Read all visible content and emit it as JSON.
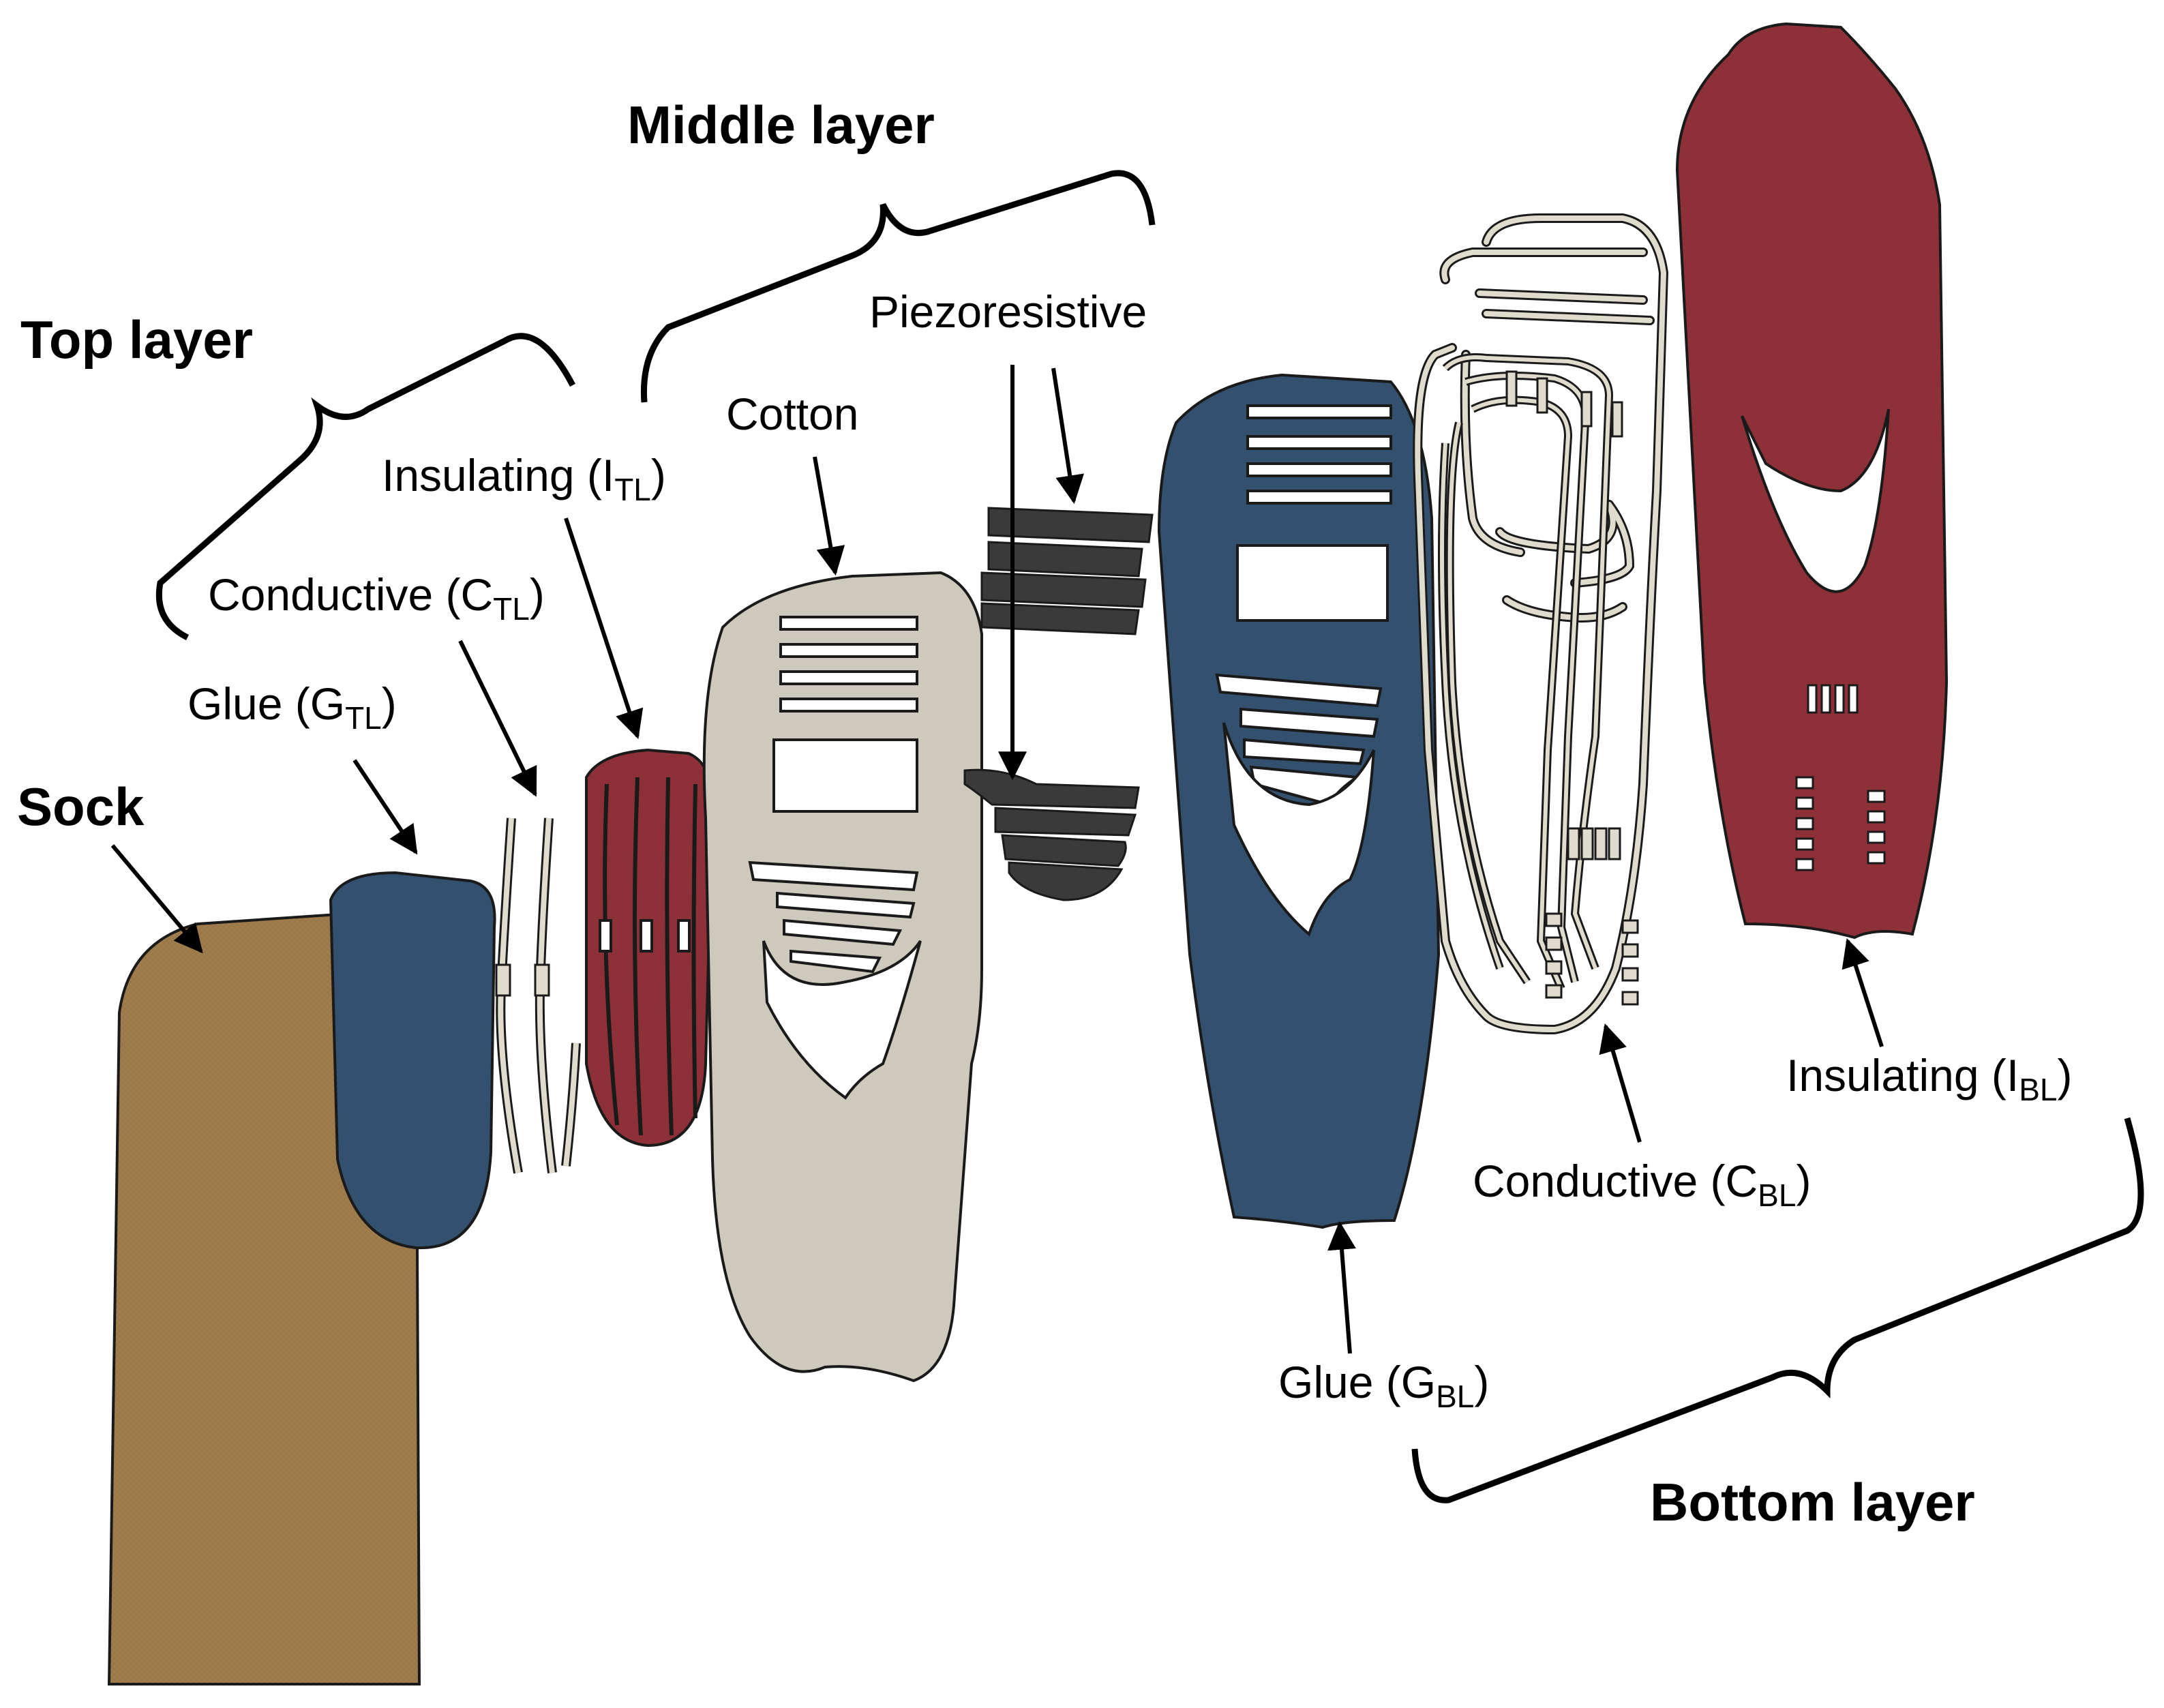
{
  "headings": {
    "middle_layer": "Middle layer",
    "top_layer": "Top layer",
    "sock": "Sock",
    "bottom_layer": "Bottom layer"
  },
  "labels": {
    "piezoresistive": "Piezoresistive",
    "cotton": "Cotton",
    "insulating_tl": {
      "main": "Insulating (I",
      "sub": "TL",
      "close": ")"
    },
    "conductive_tl": {
      "main": "Conductive (C",
      "sub": "TL",
      "close": ")"
    },
    "glue_tl": {
      "main": "Glue (G",
      "sub": "TL",
      "close": ")"
    },
    "insulating_bl": {
      "main": "Insulating (I",
      "sub": "BL",
      "close": ")"
    },
    "conductive_bl": {
      "main": "Conductive (C",
      "sub": "BL",
      "close": ")"
    },
    "glue_bl": {
      "main": "Glue (G",
      "sub": "BL",
      "close": ")"
    }
  },
  "colors": {
    "sock": "#a07d4d",
    "glue": "#34506f",
    "insulating": "#8e3038",
    "cotton": "#cdc9bc",
    "piezoresistive": "#3a3a3a",
    "conductive_trace": "#e0dccd",
    "outline": "#1a1a1a"
  }
}
